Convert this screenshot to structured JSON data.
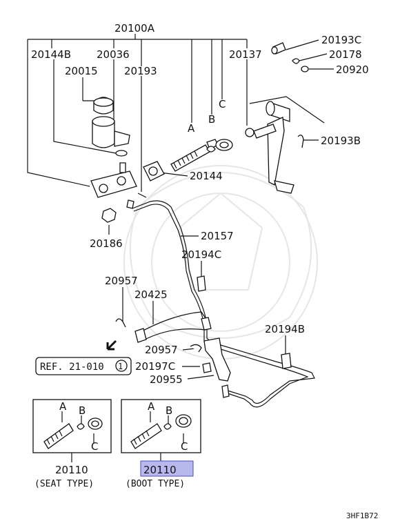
{
  "callouts": {
    "c20100A": "20100A",
    "c20144B": "20144B",
    "c20036": "20036",
    "c20015": "20015",
    "c20193": "20193",
    "c20137": "20137",
    "c20193C": "20193C",
    "c20178": "20178",
    "c20920": "20920",
    "c20193B": "20193B",
    "c20144": "20144",
    "c20186": "20186",
    "c20157": "20157",
    "c20194C": "20194C",
    "c20957a": "20957",
    "c20425": "20425",
    "c20194B": "20194B",
    "c20957b": "20957",
    "c20197C": "20197C",
    "c20955": "20955"
  },
  "letters": {
    "A": "A",
    "B": "B",
    "C": "C"
  },
  "reference": {
    "label": "REF. 21-010",
    "circled": "1"
  },
  "insets": {
    "seat": {
      "part": "20110",
      "caption": "(SEAT TYPE)"
    },
    "boot": {
      "part": "20110",
      "caption": "(BOOT TYPE)",
      "highlight": "#b7b9ee"
    }
  },
  "diagram_code": "3HF1B72"
}
